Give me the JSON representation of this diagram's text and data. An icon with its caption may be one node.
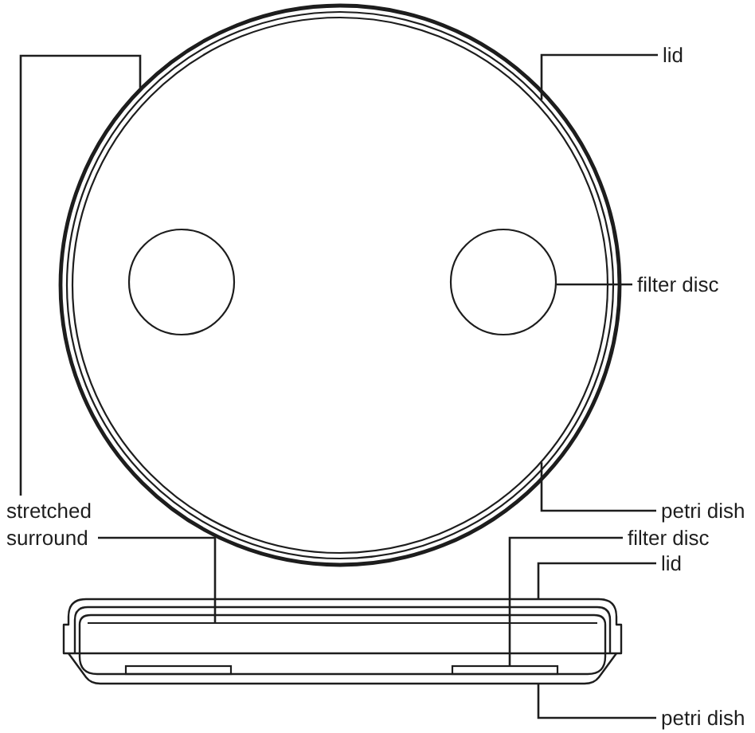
{
  "diagram": {
    "nodes": [
      {
        "text": [
          "lid"
        ]
      },
      {
        "text": [],
        "shape": "circle"
      },
      {
        "text": [],
        "shape": "circle",
        "in": 1
      },
      {
        "text": [],
        "shape": "circle",
        "in": 2
      },
      {
        "text": [],
        "shape": "circle",
        "in": 3
      },
      {
        "text": [],
        "shape": "circle",
        "in": 3
      },
      {
        "text": [
          "filter disc"
        ]
      },
      {
        "text": [
          "petri dish"
        ]
      },
      {
        "text": [
          "stretched surround"
        ]
      },
      {
        "text": [
          "filter disc"
        ]
      },
      {
        "text": [
          "lid"
        ]
      },
      {
        "text": [],
        "shape": "box"
      },
      {
        "text": [],
        "shape": "line"
      },
      {
        "text": [],
        "shape": "box"
      },
      {
        "text": [],
        "shape": "bar",
        "in": 13
      },
      {
        "text": [],
        "shape": "bar",
        "in": 13
      },
      {
        "text": [
          "petri dish"
        ]
      }
    ],
    "edges": [
      {
        "from": 8,
        "to": 1,
        "arrow": "none"
      },
      {
        "from": 0,
        "to": 2,
        "arrow": "none"
      },
      {
        "from": 6,
        "to": 5,
        "arrow": "none"
      },
      {
        "from": 7,
        "to": 3,
        "arrow": "none"
      },
      {
        "from": 8,
        "to": 12,
        "arrow": "none"
      },
      {
        "from": 9,
        "to": 15,
        "arrow": "none"
      },
      {
        "from": 10,
        "to": 11,
        "arrow": "none"
      },
      {
        "from": 16,
        "to": 13,
        "arrow": "none"
      }
    ]
  }
}
